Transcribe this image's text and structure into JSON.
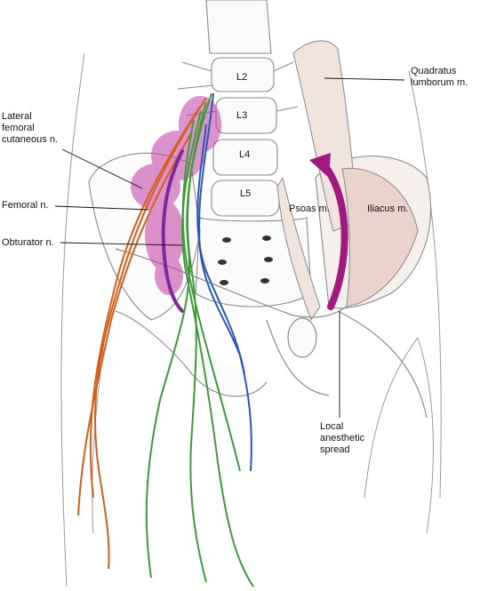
{
  "labels": {
    "lateral_femoral_cutaneous": "Lateral\nfemoral\ncutaneous n.",
    "femoral": "Femoral n.",
    "obturator": "Obturator n.",
    "quadratus_lumborum": "Quadratus\nlumborum m.",
    "psoas": "Psoas m.",
    "iliacus": "Iliacus m.",
    "local_anesthetic": "Local\nanesthetic\nspread",
    "vertebrae": [
      "L2",
      "L3",
      "L4",
      "L5"
    ]
  },
  "colors": {
    "orange_nerve": "#d2601c",
    "green_nerve": "#3f9a3a",
    "blue_nerve": "#2b57b5",
    "purple_nerve": "#7a2a9a",
    "anesthetic_spread": "#c13aa3",
    "arrow": "#a0197e",
    "muscle_shading": "#c99a8a",
    "line": "#555555"
  }
}
